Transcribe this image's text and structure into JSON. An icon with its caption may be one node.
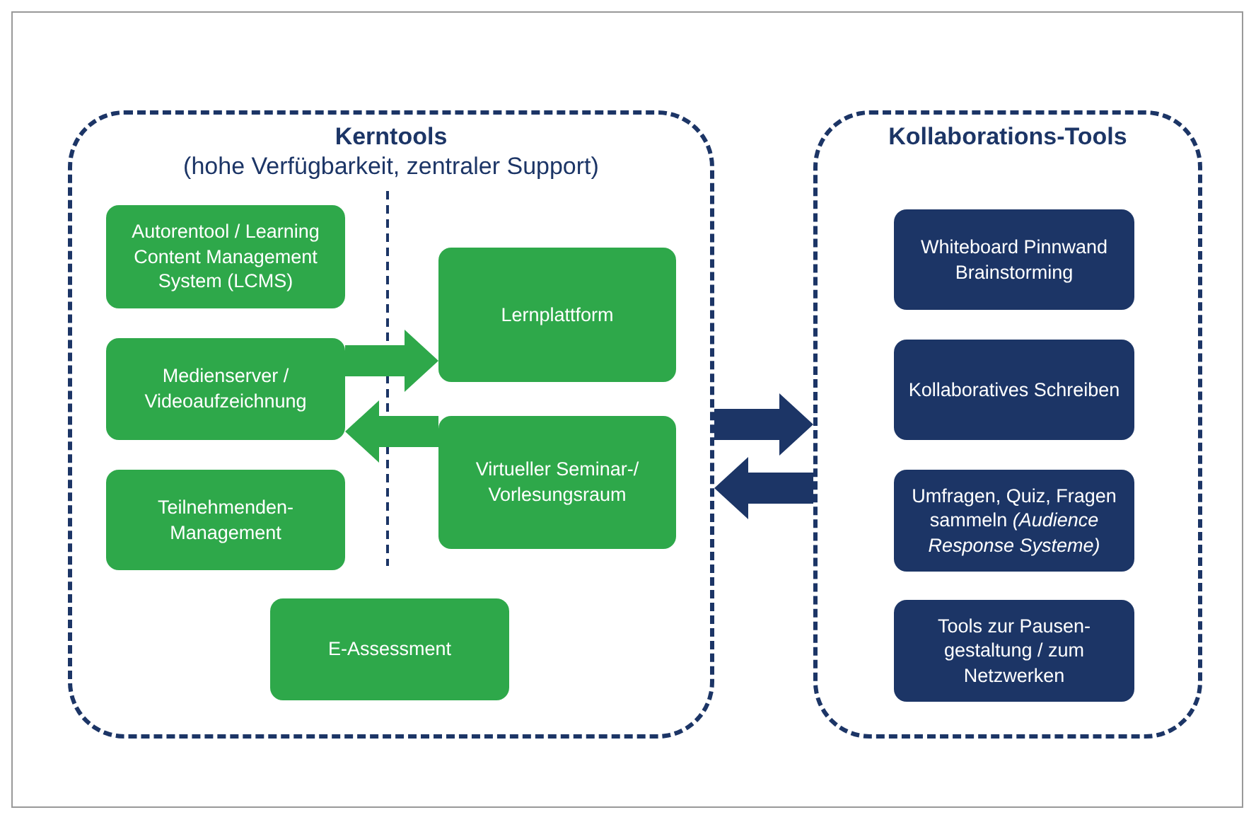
{
  "diagram": {
    "nodes": [
      {
        "text": [
          "Kerntools",
          "(hohe Verfügbarkeit, zentraler Support)"
        ]
      },
      {
        "text": [
          "Autorentool / Learning Content Management System (LCMS)"
        ],
        "in": 0
      },
      {
        "text": [
          "Lernplattform"
        ],
        "in": 0
      },
      {
        "text": [
          "Medienserver / Videoaufzeichnung"
        ],
        "in": 0
      },
      {
        "text": [
          "Virtueller Seminar-/ Vorlesungsraum"
        ],
        "in": 0
      },
      {
        "text": [
          "Teilnehmenden-Management"
        ],
        "in": 0
      },
      {
        "text": [
          "E-Assessment"
        ],
        "in": 0
      },
      {
        "text": [
          "Kollaborations-Tools"
        ]
      },
      {
        "text": [
          "Whiteboard Pinnwand Brainstorming"
        ],
        "in": 7
      },
      {
        "text": [
          "Kollaboratives Schreiben"
        ],
        "in": 7
      },
      {
        "text": [
          "Umfragen, Quiz, Fragen sammeln *(Audience Response Systeme)*"
        ],
        "in": 7
      },
      {
        "text": [
          "Tools zur Pausen-gestaltung / zum Netzwerken"
        ],
        "in": 7
      }
    ],
    "edges": [
      {
        "from": 3,
        "to": 2,
        "arrow": "to",
        "color": "#2ea84a"
      },
      {
        "from": 4,
        "to": 3,
        "arrow": "to",
        "color": "#2ea84a"
      },
      {
        "from": 0,
        "to": 7,
        "arrow": "to",
        "color": "#1c3566"
      },
      {
        "from": 7,
        "to": 0,
        "arrow": "to",
        "color": "#1c3566"
      }
    ]
  }
}
